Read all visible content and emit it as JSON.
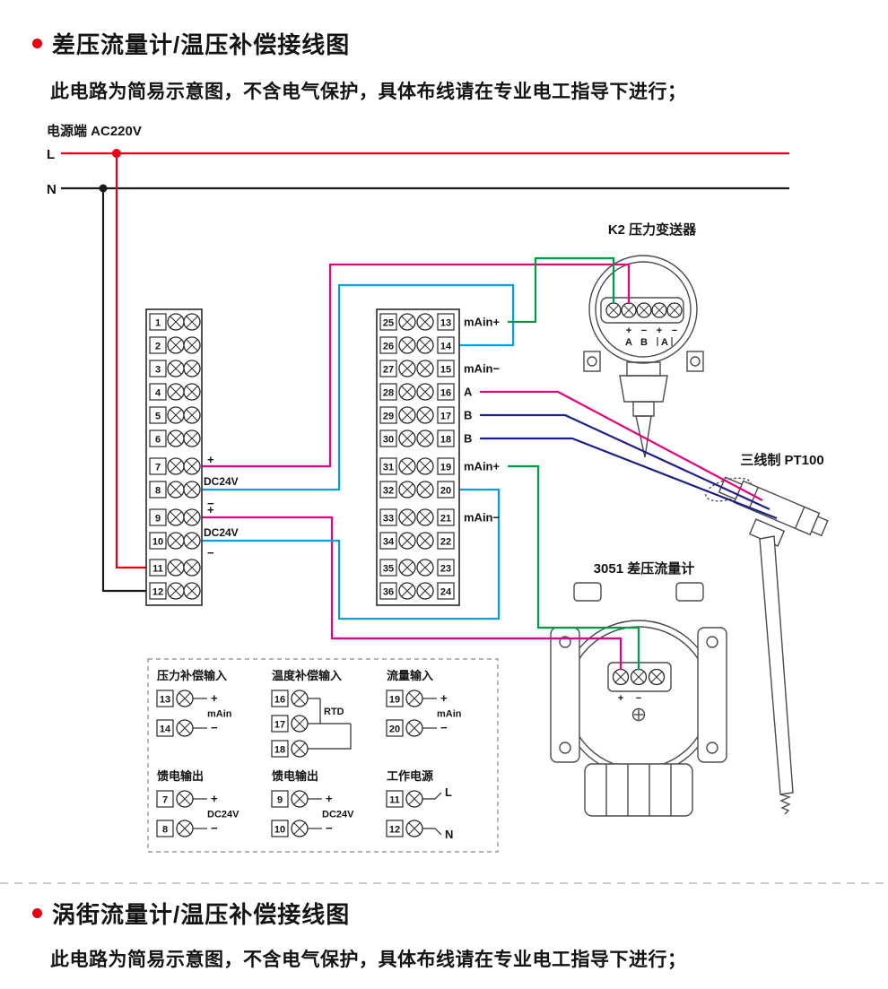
{
  "colors": {
    "red": "#e60012",
    "black": "#1a1a1a",
    "magenta": "#e4007f",
    "cyan": "#00a0e9",
    "green": "#009944",
    "navy": "#1d2088",
    "gray": "#9a9a9a"
  },
  "section1": {
    "title": "差压流量计/温压补偿接线图",
    "subtitle": "此电路为简易示意图，不含电气保护，具体布线请在专业电工指导下进行；"
  },
  "power": {
    "label": "电源端 AC220V",
    "l": "L",
    "n": "N"
  },
  "left_block": {
    "terminals": [
      "1",
      "2",
      "3",
      "4",
      "5",
      "6",
      "7",
      "8",
      "9",
      "10",
      "11",
      "12"
    ],
    "annotations": [
      {
        "plus": "+",
        "label": "DC24V",
        "minus": "−"
      },
      {
        "plus": "+",
        "label": "DC24V",
        "minus": "−"
      }
    ]
  },
  "right_block": {
    "rows": [
      {
        "left": "25",
        "right": "13",
        "label": "mAin+"
      },
      {
        "left": "26",
        "right": "14",
        "label": ""
      },
      {
        "left": "27",
        "right": "15",
        "label": "mAin−"
      },
      {
        "left": "28",
        "right": "16",
        "label": "A"
      },
      {
        "left": "29",
        "right": "17",
        "label": "B"
      },
      {
        "left": "30",
        "right": "18",
        "label": "B"
      },
      {
        "left": "31",
        "right": "19",
        "label": "mAin+"
      },
      {
        "left": "32",
        "right": "20",
        "label": ""
      },
      {
        "left": "33",
        "right": "21",
        "label": "mAin−"
      },
      {
        "left": "34",
        "right": "22",
        "label": ""
      },
      {
        "left": "35",
        "right": "23",
        "label": ""
      },
      {
        "left": "36",
        "right": "24",
        "label": ""
      }
    ]
  },
  "devices": {
    "k2": {
      "title": "K2 压力变送器",
      "signs": [
        "+",
        "−",
        "+",
        "−"
      ],
      "letters": [
        "A",
        "B",
        "A"
      ]
    },
    "pt100": {
      "title": "三线制 PT100"
    },
    "dp": {
      "title": "3051 差压流量计",
      "signs": [
        "+",
        "−"
      ]
    }
  },
  "detail_panel": {
    "groups": [
      {
        "title": "压力补偿输入",
        "type": "pm",
        "terminals": [
          "13",
          "14"
        ],
        "plus": "+",
        "minus": "−",
        "mid": "mAin"
      },
      {
        "title": "温度补偿输入",
        "type": "rtd",
        "terminals": [
          "16",
          "17",
          "18"
        ],
        "mid": "RTD"
      },
      {
        "title": "流量输入",
        "type": "pm",
        "terminals": [
          "19",
          "20"
        ],
        "plus": "+",
        "minus": "−",
        "mid": "mAin"
      },
      {
        "title": "馈电输出",
        "type": "pm",
        "terminals": [
          "7",
          "8"
        ],
        "plus": "+",
        "minus": "−",
        "mid": "DC24V"
      },
      {
        "title": "馈电输出",
        "type": "pm",
        "terminals": [
          "9",
          "10"
        ],
        "plus": "+",
        "minus": "−",
        "mid": "DC24V"
      },
      {
        "title": "工作电源",
        "type": "ln",
        "terminals": [
          "11",
          "12"
        ],
        "l": "L",
        "n": "N"
      }
    ]
  },
  "section2": {
    "title": "涡街流量计/温压补偿接线图",
    "subtitle": "此电路为简易示意图，不含电气保护，具体布线请在专业电工指导下进行；"
  }
}
